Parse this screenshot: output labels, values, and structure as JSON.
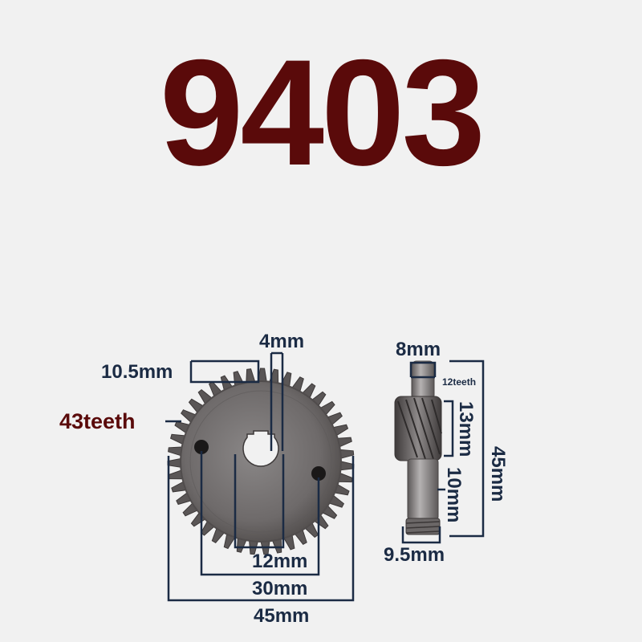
{
  "title": "9403",
  "colors": {
    "title": "#5a0a0a",
    "label": "#1b2b44",
    "teeth_label": "#5a0a0a",
    "metal_dark": "#4f4b4a",
    "metal_mid": "#7a7676",
    "metal_light": "#a9a6a6",
    "dim_line": "#1b2b44",
    "background": "#f1f1f1"
  },
  "gear": {
    "teeth_label": "43teeth",
    "dims": {
      "shaft_width": "4mm",
      "hub_depth": "10.5mm",
      "bore": "12mm",
      "hole_spacing": "30mm",
      "outer_diameter": "45mm"
    }
  },
  "pinion": {
    "teeth_label": "12teeth",
    "dims": {
      "top_width": "8mm",
      "teeth_length": "13mm",
      "overall_length": "45mm",
      "lower_length": "10mm",
      "bottom_width": "9.5mm"
    }
  }
}
